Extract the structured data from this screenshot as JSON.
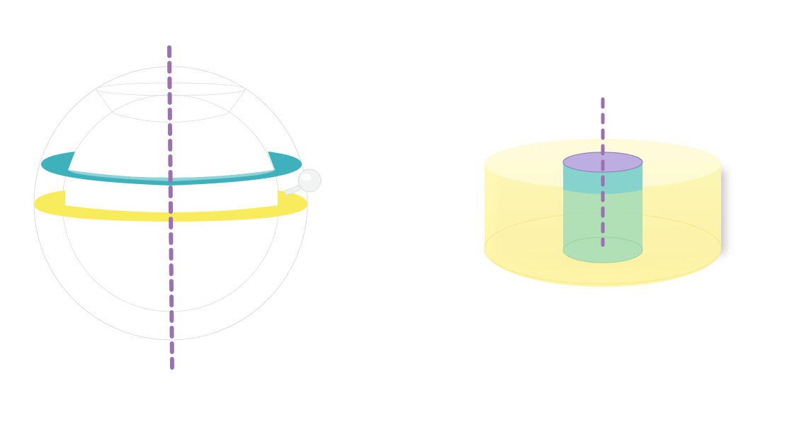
{
  "colors": {
    "axis": "#9b72b0",
    "teal_band": "#3fb1bd",
    "teal_band_light": "#8ed3d8",
    "yellow_band": "#f8ec5c",
    "sphere_outline": "#dcdcdc",
    "outer_cylinder_fill": "#fff7a3",
    "outer_cylinder_top": "#fffbd6",
    "outer_cylinder_shadow": "#9a9a9a",
    "inner_cylinder_side": "#a3dcb8",
    "inner_cylinder_upper": "#7fcfcf",
    "inner_cylinder_top": "#bcaee0",
    "inner_cylinder_edge": "#8f86b8"
  },
  "figures": {
    "left": {
      "subject": "sphere-with-bands",
      "axis_style": "dashed"
    },
    "right": {
      "subject": "coaxial-cylinders",
      "axis_style": "dashed"
    }
  }
}
